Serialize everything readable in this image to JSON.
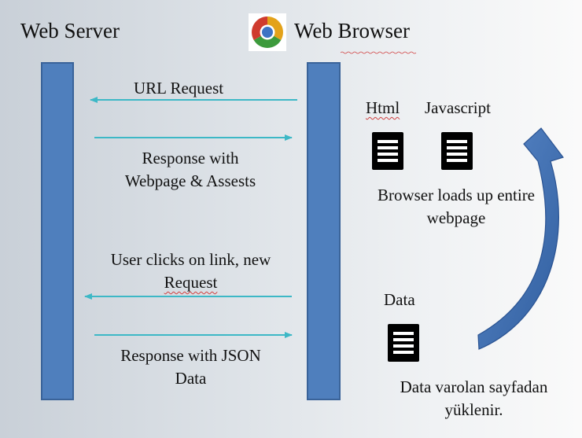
{
  "headers": {
    "server": "Web Server",
    "browser": "Web Browser"
  },
  "messages": {
    "url_request": "URL Request",
    "response_webpage_line1": "Response with",
    "response_webpage_line2": "Webpage & Assests",
    "user_clicks_line1": "User clicks on link, new",
    "user_clicks_line2": "Request",
    "response_json_line1": "Response with JSON",
    "response_json_line2": "Data"
  },
  "docs": {
    "html": "Html",
    "javascript": "Javascript",
    "data": "Data"
  },
  "notes": {
    "loads_line1": "Browser loads up entire",
    "loads_line2": "webpage",
    "data_line1": "Data varolan sayfadan",
    "data_line2": "yüklenir."
  },
  "colors": {
    "lifeline": "#4f7fbd",
    "message_arrow": "#3db8c6",
    "curved_arrow": "#3f6fb0"
  },
  "icons": {
    "browser_logo": "chrome-logo-icon",
    "document": "document-icon"
  }
}
